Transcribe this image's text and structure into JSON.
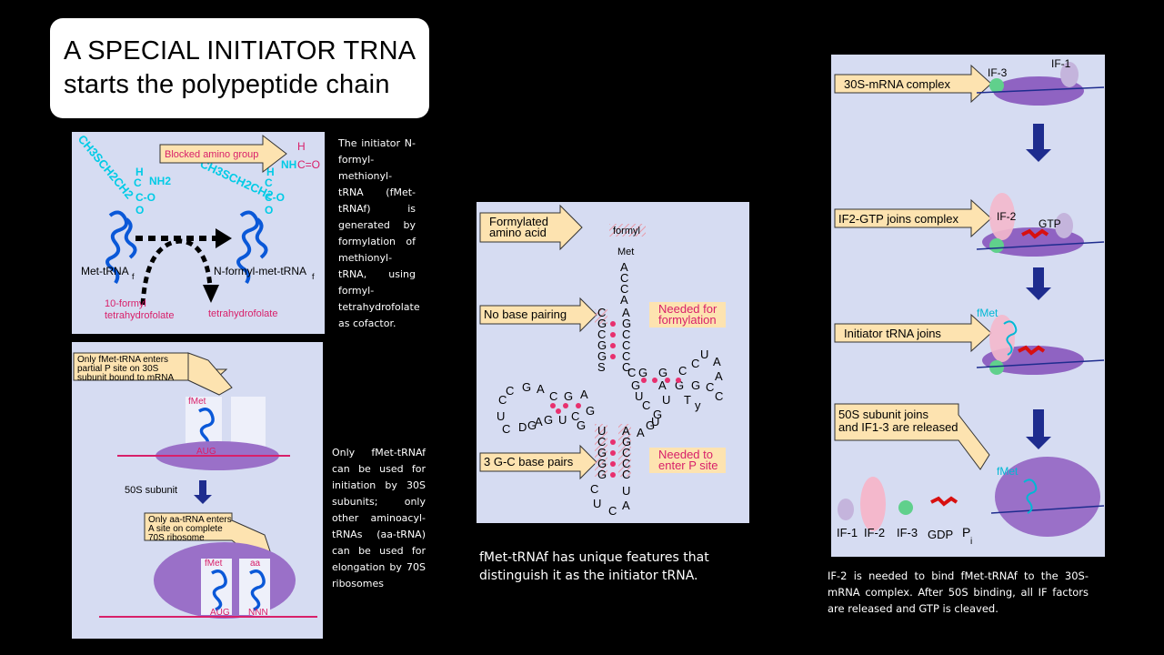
{
  "title": {
    "line1": "A SPECIAL INITIATOR TRNA",
    "line2": "starts the polypeptide chain"
  },
  "texts": {
    "formylation_desc": "The initiator N-formyl-methionyl-tRNA (fMet-tRNAf) is generated by formylation of methionyl-tRNA, using formyl-tetrahydrofolate as cofactor.",
    "only_fmet_desc": "Only fMet-tRNAf can be used for initiation by 30S subunits; only other aminoacyl-tRNAs (aa-tRNA) can be used for elongation by 70S ribosomes",
    "unique_features": "fMet-tRNAf has unique features that distinguish it as the initiator tRNA.",
    "if2_desc": "IF-2 is needed to bind fMet-tRNAf to the 30S-mRNA complex. After 50S binding, all IF factors are released and GTP is cleaved."
  },
  "formylation_panel": {
    "arrow_label": "Blocked amino group",
    "formyl_h": "H",
    "formyl_co": "C=O",
    "met_trna": "Met-tRNA",
    "nformyl": "N-formyl-met-tRNA",
    "subscript_f": "f",
    "cofactor1": "10-formyl",
    "cofactor2": "tetrahydrofolate",
    "product": "tetrahydrofolate",
    "side_chain": "CH3SCH2CH2",
    "nh2": "NH2",
    "nh": "NH",
    "c_h": "H",
    "c_c": "C",
    "c_o": "C-O",
    "c_o_low": "O"
  },
  "ribosome_panel": {
    "callout1": [
      "Only fMet-tRNA  enters",
      "partial P site on 30S",
      "subunit bound to mRNA"
    ],
    "fmet": "fMet",
    "aug": "AUG",
    "subunit_label": "50S subunit",
    "callout2": [
      "Only aa-tRNA enters",
      "A site on complete",
      "70S ribosome"
    ],
    "aa": "aa",
    "nnn": "NNN"
  },
  "trna_panel": {
    "arrow1": [
      "Formylated",
      "amino acid"
    ],
    "arrow2": "No base pairing",
    "arrow3": "3 G-C base pairs",
    "formyl": "formyl",
    "met": "Met",
    "note1": [
      "Needed for",
      "formylation"
    ],
    "note2": [
      "Needed to",
      "enter P site"
    ],
    "acceptor_top": [
      "A",
      "C",
      "C",
      "A"
    ],
    "left_stem": [
      "C",
      "G",
      "C",
      "G",
      "G",
      "S"
    ],
    "right_stem": [
      "A",
      "G",
      "C",
      "C",
      "C",
      "C"
    ],
    "anticodon_left": [
      "U",
      "C",
      "G",
      "G",
      "G"
    ],
    "anticodon_right": [
      "A",
      "G",
      "C",
      "C",
      "C"
    ],
    "loop_bottom": [
      "C",
      "U",
      "C",
      "A",
      "U"
    ],
    "d_loop_letters": [
      "C",
      "G",
      "A",
      "C",
      "G",
      "A",
      "G",
      "C",
      "U",
      "G",
      "G",
      "D",
      "A",
      "C",
      "U",
      "C",
      "G"
    ],
    "t_loop_letters": [
      "C",
      "G",
      "G",
      "C",
      "C",
      "U",
      "A",
      "A",
      "C",
      "G",
      "G",
      "A",
      "T",
      "y",
      "C",
      "G",
      "U",
      "C",
      "G",
      "U",
      "A",
      "G",
      "U"
    ]
  },
  "initiation_panel": {
    "step1": "30S-mRNA complex",
    "step2": "IF2-GTP joins complex",
    "step3": "Initiator tRNA joins",
    "step4": [
      "50S subunit joins",
      "and IF1-3 are released"
    ],
    "if3": "IF-3",
    "if1": "IF-1",
    "if2": "IF-2",
    "gtp": "GTP",
    "fmet": "fMet",
    "legend": [
      "IF-1",
      "IF-2",
      "IF-3",
      "GDP",
      "P",
      "i"
    ]
  },
  "colors": {
    "panel_bg": "#d6dcf2",
    "callout": "#fde3b0",
    "trna_blue": "#0a58d8",
    "cyan": "#00d8f0",
    "magenta": "#d8206a",
    "arrow_blue": "#1e2c8e"
  }
}
